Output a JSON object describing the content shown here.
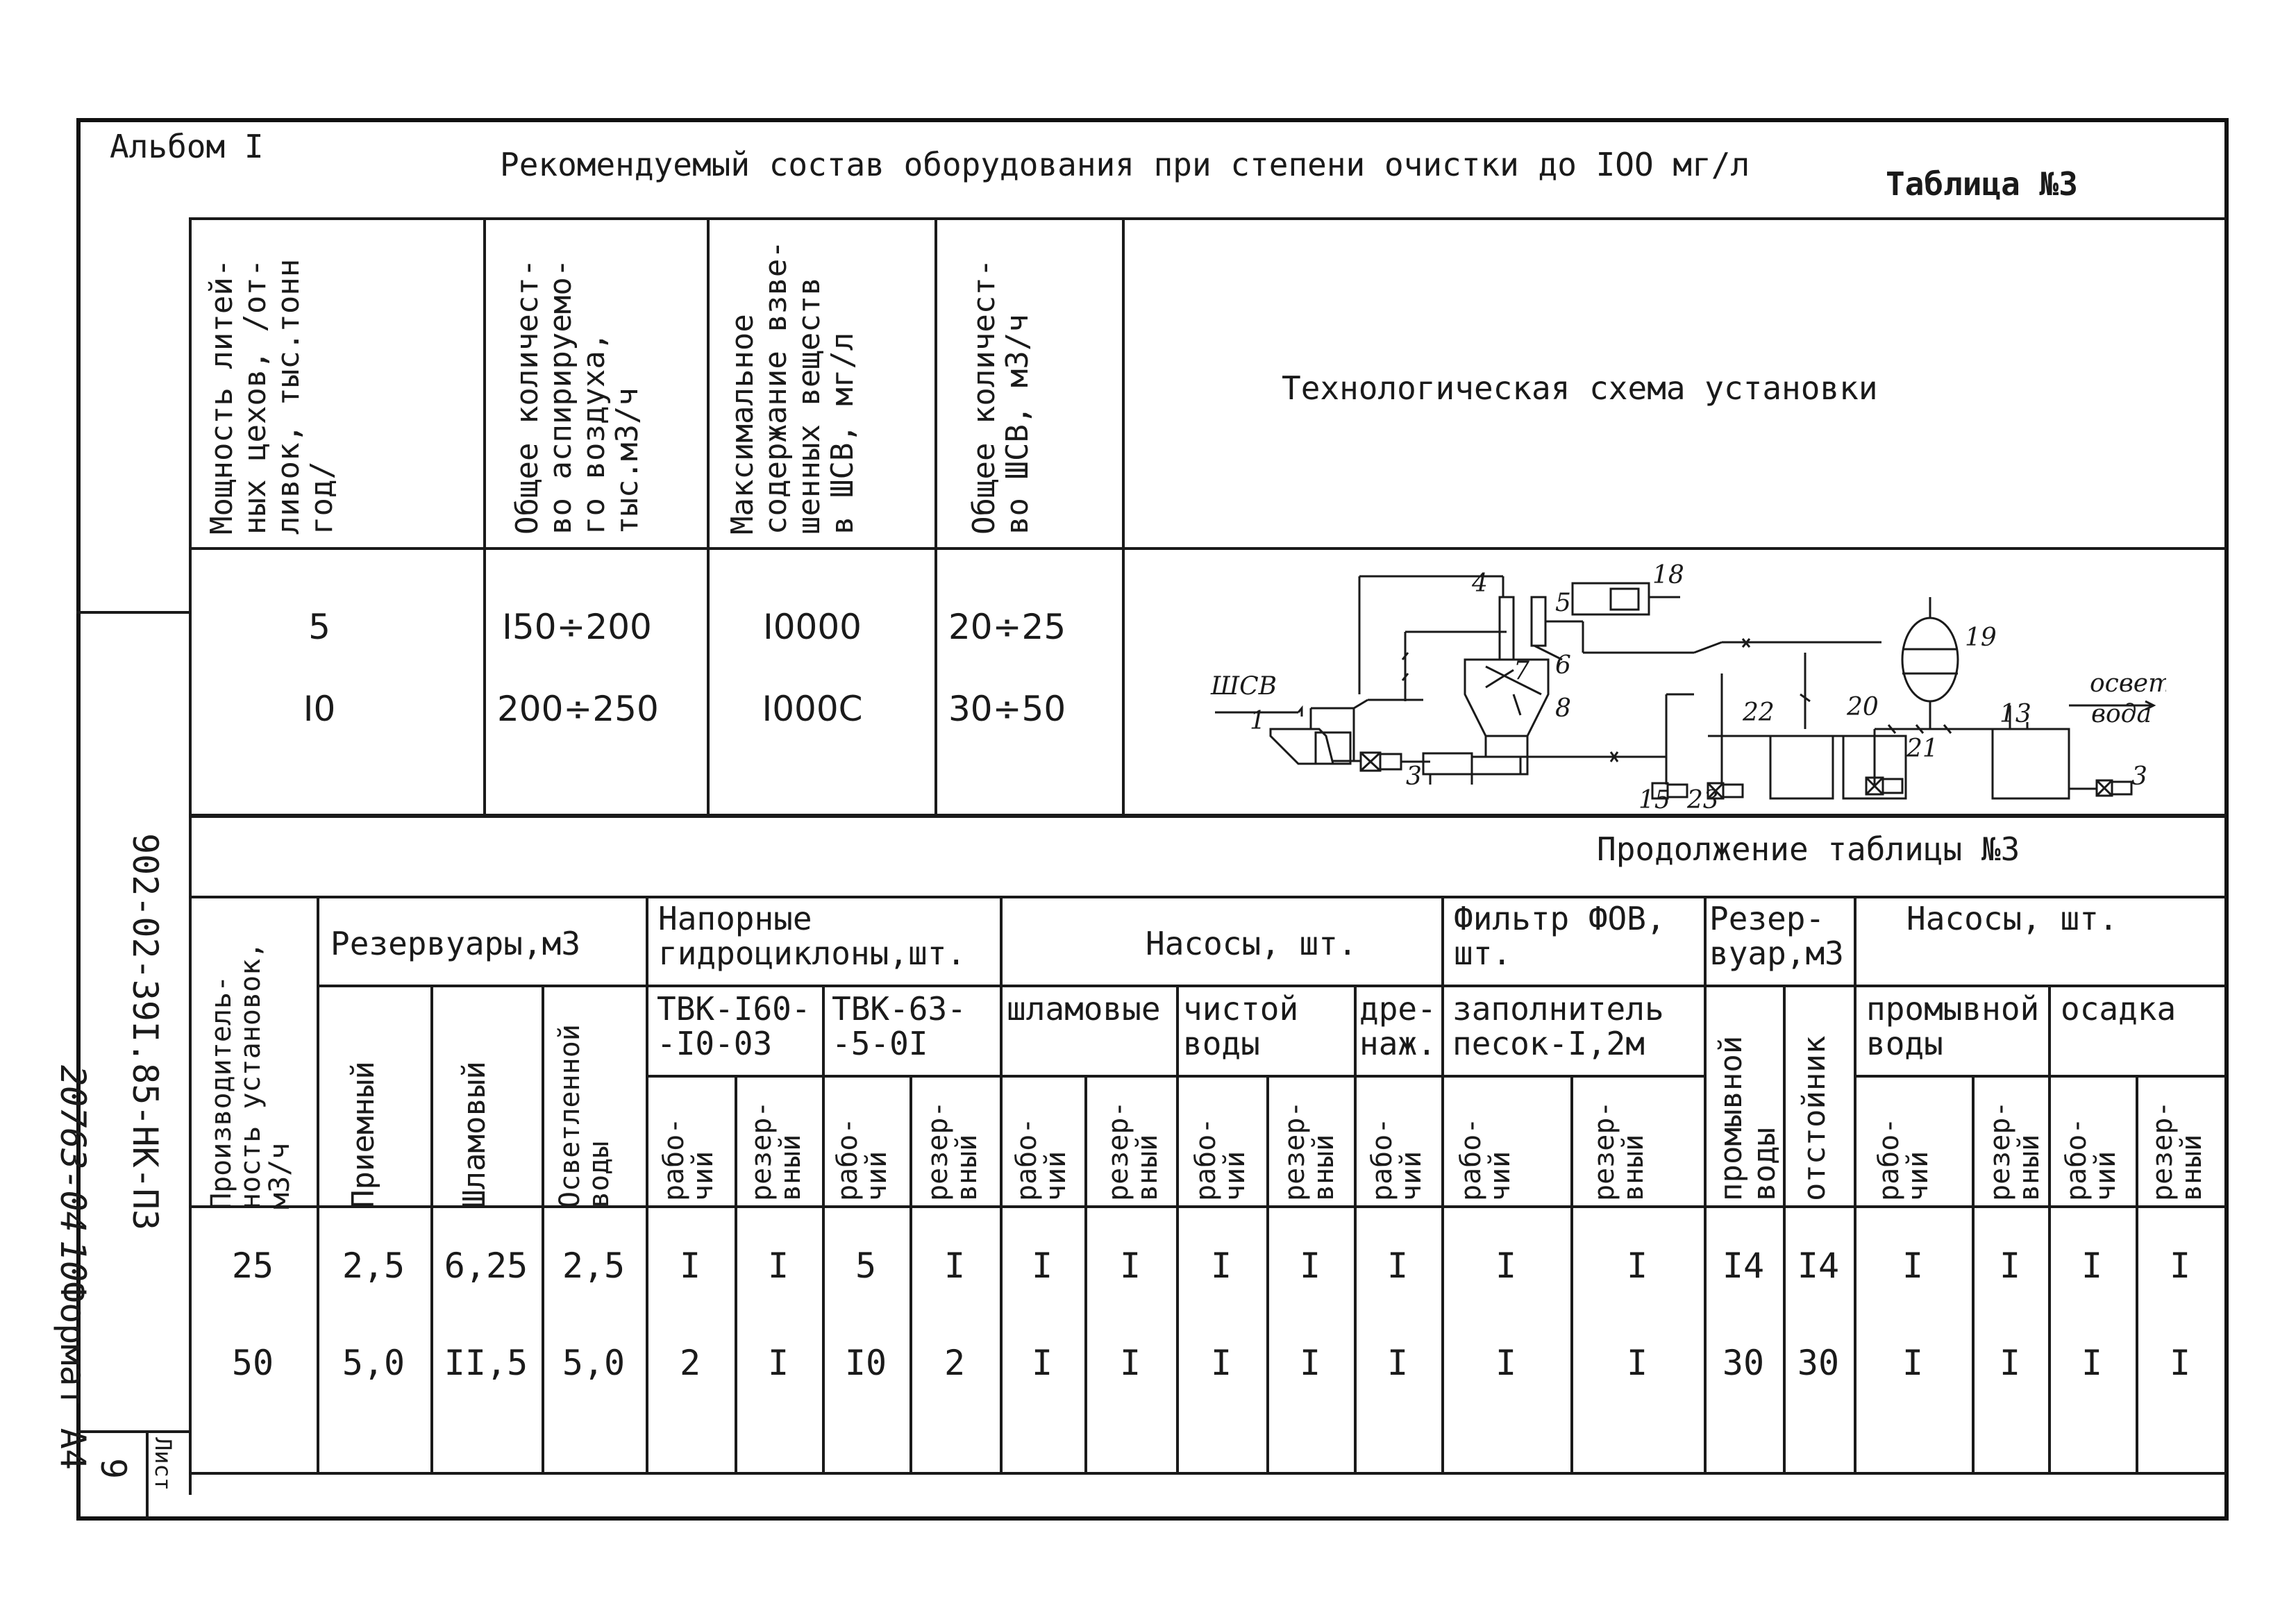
{
  "album": "Альбом I",
  "title": "Рекомендуемый состав оборудования при степени очистки до IOO мг/л",
  "table_label": "Таблица №3",
  "top_table": {
    "headers": [
      "Мощность литей-\nных цехов, /от-\nливок, тыс.тонн\nгод/",
      "Общее количест-\nво аспирируемо-\nго воздуха,\nтыс.м3/ч",
      "Максимальное\nсодержание взве-\nшенных веществ\nв ШСВ, мг/л",
      "Общее количест-\nво ШСВ, м3/ч"
    ],
    "scheme_title": "Технологическая схема установки",
    "rows": [
      [
        "5",
        "I50÷200",
        "I0000",
        "20÷25"
      ],
      [
        "I0",
        "200÷250",
        "I000C",
        "30÷50"
      ]
    ]
  },
  "scheme_labels": {
    "input": "ШСВ",
    "output_1": "осветл",
    "output_2": "вода",
    "numbers": [
      "1",
      "3",
      "4",
      "5",
      "6",
      "7",
      "8",
      "13",
      "15",
      "18",
      "19",
      "20",
      "21",
      "22",
      "23",
      "3"
    ]
  },
  "continuation": "Продолжение таблицы №3",
  "bottom_table": {
    "h_productivity": "Производитель-\nность установок,\nм3/ч",
    "h_reservoirs": "Резервуары,м3",
    "h_hydro": "Напорные\nгидроциклоны,шт.",
    "h_pumps": "Насосы, шт.",
    "h_filter": "Фильтр ФОВ,\nшт.",
    "h_reservoir2": "Резер-\nвуар,м3",
    "h_pumps2": "Насосы, шт.",
    "sub_priemny": "Приемный",
    "sub_shlamovy": "Шламовый",
    "sub_osvetl": "Осветленной\nводы",
    "sub_tvk160": "ТВК-I60-\n-I0-03",
    "sub_tvk63": "ТВК-63-\n-5-0I",
    "sub_shlamovye": "шламовые",
    "sub_chistoy": "чистой\nводы",
    "sub_drenazh": "дре-\nнаж.",
    "sub_zapoln": "заполнитель\nпесок-I,2м",
    "sub_promyvnoy_vody": "промывной\nводы",
    "sub_otstoynik": "отстойник",
    "sub_promyvnoy": "промывной\nводы",
    "sub_osadka": "осадка",
    "rabochiy": "рабо-\nчий",
    "rezervny": "резер-\nвный",
    "rows": [
      [
        "25",
        "2,5",
        "6,25",
        "2,5",
        "I",
        "I",
        "5",
        "I",
        "I",
        "I",
        "I",
        "I",
        "I",
        "I",
        "I",
        "I4",
        "I4",
        "I",
        "I",
        "I",
        "I"
      ],
      [
        "50",
        "5,0",
        "II,5",
        "5,0",
        "2",
        "I",
        "I0",
        "2",
        "I",
        "I",
        "I",
        "I",
        "I",
        "I",
        "I",
        "30",
        "30",
        "I",
        "I",
        "I",
        "I"
      ]
    ]
  },
  "side": {
    "doc_code": "902-02-39I.85-НК-ПЗ",
    "inv": "20763-04",
    "sheet_num": "10",
    "format": "Формат А4",
    "list_label": "Лист",
    "page": "9"
  }
}
